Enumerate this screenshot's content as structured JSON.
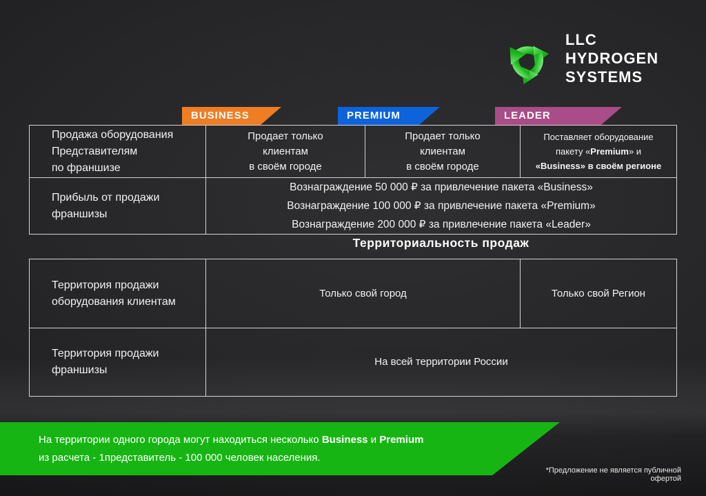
{
  "logo": {
    "company": "LLC\nHYDROGEN\nSYSTEMS",
    "icon": "recycle",
    "icon_color_light": "#6fe86f",
    "icon_color_dark": "#0a7d0a"
  },
  "tabs": {
    "business": {
      "label": "BUSINESS",
      "color": "#ee7d23"
    },
    "premium": {
      "label": "PREMIUM",
      "color": "#0d63dc"
    },
    "leader": {
      "label": "LEADER",
      "color": "#a94c87"
    }
  },
  "package_table": {
    "row1": {
      "label": "Продажа оборудования\nПредставителям\nпо франшизе",
      "business": "Продает только\nклиентам\nв своём городе",
      "premium": "Продает только\nклиентам\nв своём городе",
      "leader": {
        "l1": "Поставляет оборудование",
        "l2_pre": "пакету «",
        "l2_bold": "Premium",
        "l2_post": "» и",
        "l3_pre": "«",
        "l3_bold": "Business",
        "l3_post": "» в своём регионе"
      }
    },
    "row2": {
      "label": "Прибыль от продажи\nфраншизы",
      "rewards": [
        "Вознаграждение 50 000 ₽ за привлечение пакета «Business»",
        "Вознаграждение 100 000 ₽ за привлечение пакета «Premium»",
        "Вознаграждение 200 000 ₽ за привлечение пакета «Leader»"
      ]
    }
  },
  "territory": {
    "heading": "Территориальность продаж",
    "row1": {
      "label": "Территория продажи\nоборудования клиентам",
      "city": "Только свой город",
      "region": "Только свой  Регион"
    },
    "row2": {
      "label": "Территория продажи\nфраншизы",
      "value": "На всей  территории России"
    }
  },
  "banner": {
    "color": "#17b513",
    "line1_pre": "На территории одного города могут находиться несколько ",
    "line1_bold1": "Business",
    "line1_mid": " и ",
    "line1_bold2": "Premium",
    "line2": "из расчета -  1представитель -  100 000 человек населения."
  },
  "footnote": "*Предложение не является публичной офертой"
}
